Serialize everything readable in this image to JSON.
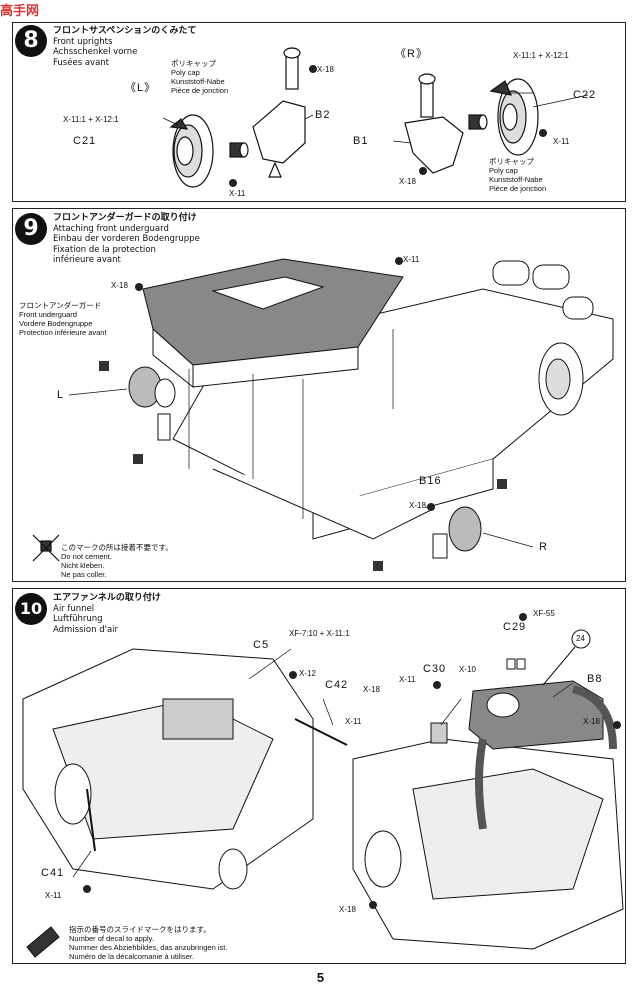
{
  "watermark": "高手网",
  "page_number": "5",
  "steps": [
    {
      "number": "8",
      "title_jp": "フロントサスペンションのくみたて",
      "title_en": "Front uprights",
      "title_de": "Achsschenkel vorne",
      "title_fr": "Fusées avant",
      "side_left": "《L》",
      "side_right": "《R》",
      "polycap_left": [
        "ポリキャップ",
        "Poly cap",
        "Kunststoff-Nabe",
        "Pièce de jonction"
      ],
      "polycap_right": [
        "ポリキャップ",
        "Poly cap",
        "Kunststoff-Nabe",
        "Pièce de jonction"
      ],
      "labels": {
        "x18_left": "X-18",
        "x11_12_left": "X-11:1 + X-12:1",
        "c21": "C21",
        "b2": "B2",
        "x11_left": "X-11",
        "x11_12_right": "X-11:1 + X-12:1",
        "c22": "C22",
        "b1": "B1",
        "x11_right": "X-11",
        "x18_right": "X-18"
      }
    },
    {
      "number": "9",
      "title_jp": "フロントアンダーガードの取り付け",
      "title_en": "Attaching front underguard",
      "title_de": "Einbau der vorderen Bodengruppe",
      "title_fr_1": "Fixation de la protection",
      "title_fr_2": "inférieure avant",
      "guard_label": [
        "フロントアンダーガード",
        "Front underguard",
        "Vordere Bodengruppe",
        "Protection inférieure avant"
      ],
      "labels": {
        "x11": "X-11",
        "x18": "X-18",
        "l": "L",
        "b16": "B16",
        "x18_b": "X-18",
        "r": "R"
      },
      "cement_note": [
        "このマークの所は接着不要です。",
        "Do not cement.",
        "Nicht kleben.",
        "Ne pas coller."
      ]
    },
    {
      "number": "10",
      "title_jp": "エアファンネルの取り付け",
      "title_en": "Air funnel",
      "title_de": "Luftführung",
      "title_fr": "Admission d'air",
      "labels": {
        "c5": "C5",
        "xf_mix": "XF-7:10 + X-11:1",
        "x12": "X-12",
        "c42": "C42",
        "x11_a": "X-11",
        "c41": "C41",
        "x11_b": "X-11",
        "xf55": "XF-55",
        "c29": "C29",
        "decal": "24",
        "c30": "C30",
        "x10": "X-10",
        "x18_a": "X-18",
        "x11_c": "X-11",
        "b8": "B8",
        "x18_b": "X-18",
        "x18_c": "X-18"
      },
      "decal_note": [
        "指示の番号のスライドマークをはります。",
        "Number of decal to apply.",
        "Nummer des Abziehbildes, das anzubringen ist.",
        "Numéro de la décalcomanie à utiliser."
      ]
    }
  ]
}
